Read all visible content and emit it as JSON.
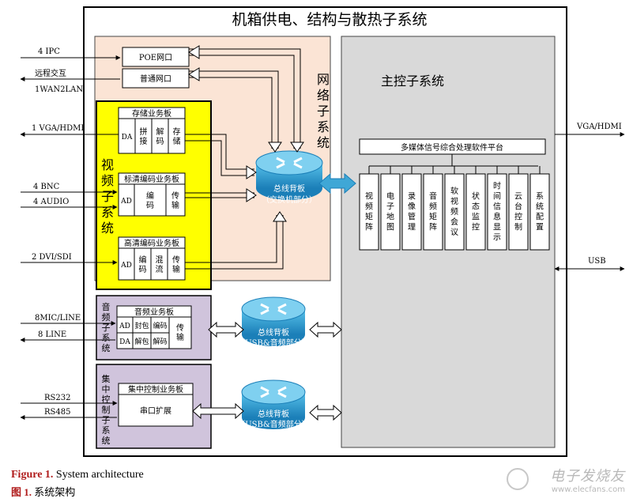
{
  "title": "机箱供电、结构与散热子系统",
  "network": {
    "label": "网络子系统",
    "poe": "POE网口",
    "normal": "普通网口",
    "router_main": "总线背板",
    "router_sub": "（交换机部分）"
  },
  "main_control": {
    "label": "主控子系统",
    "platform": "多媒体信号综合处理软件平台",
    "modules": [
      "视频矩阵",
      "电子地图",
      "录像管理",
      "音频矩阵",
      "软视频会议",
      "状态监控",
      "时间信息显示",
      "云台控制",
      "系统配置"
    ]
  },
  "video": {
    "label": "视频子系统",
    "storage": {
      "title": "存储业务板",
      "cells": [
        "DA",
        "拼接",
        "解码",
        "存储"
      ]
    },
    "sd": {
      "title": "标清编码业务板",
      "cells": [
        "AD",
        "编码",
        "传输"
      ]
    },
    "hd": {
      "title": "高清编码业务板",
      "cells": [
        "AD",
        "编码",
        "混流",
        "传输"
      ]
    }
  },
  "audio": {
    "label": "音频子系统",
    "board": "音频业务板",
    "row1": [
      "AD",
      "封包",
      "编码"
    ],
    "row2": [
      "DA",
      "解包",
      "解码"
    ],
    "trans": "传输",
    "router_main": "总线背板",
    "router_sub": "（USB&音频部分）"
  },
  "central": {
    "label": "集中控制子系统",
    "board": "集中控制业务板",
    "serial": "串口扩展",
    "router_main": "总线背板",
    "router_sub": "（USB&音频部分）"
  },
  "io": {
    "ipc": "4 IPC",
    "remote": "远程交互",
    "wan": "1WAN2LAN",
    "vga_hdmi": "1 VGA/HDMI",
    "bnc": "4 BNC",
    "audio": "4 AUDIO",
    "dvi": "2 DVI/SDI",
    "mic": "8MIC/LINE",
    "line": "8 LINE",
    "rs232": "RS232",
    "rs485": "RS485",
    "vga_out": "VGA/HDMI",
    "usb": "USB"
  },
  "caption": {
    "en_num": "Figure 1.",
    "en_text": " System architecture",
    "cn_num": "图 1.",
    "cn_text": "  系统架构"
  },
  "watermark": {
    "title": "电子发烧友",
    "url": "www.elecfans.com"
  }
}
